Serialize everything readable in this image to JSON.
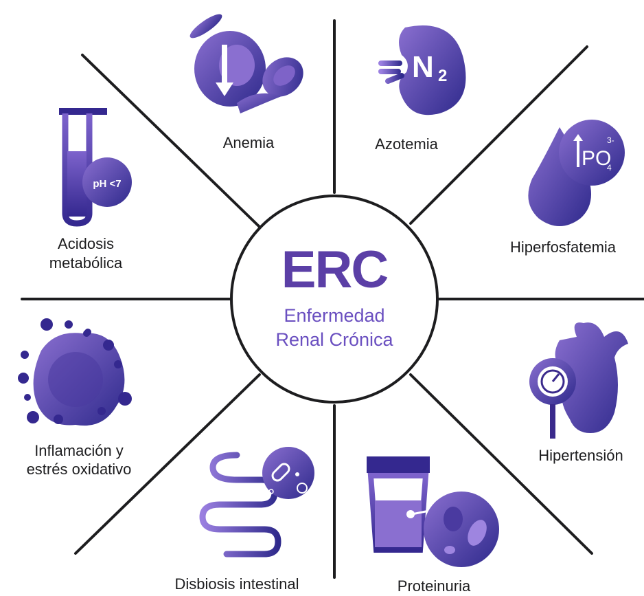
{
  "center": {
    "title": "ERC",
    "subtitle_line1": "Enfermedad",
    "subtitle_line2": "Renal Crónica"
  },
  "labels": {
    "anemia": "Anemia",
    "azotemia": "Azotemia",
    "hiperfosfatemia": "Hiperfosfatemia",
    "hipertension": "Hipertensión",
    "proteinuria": "Proteinuria",
    "disbiosis": "Disbiosis intestinal",
    "inflamacion_line1": "Inflamación y",
    "inflamacion_line2": "estrés oxidativo",
    "acidosis_line1": "Acidosis",
    "acidosis_line2": "metabólica"
  },
  "icon_text": {
    "ph": "pH <7",
    "n": "N",
    "n_sub": "2",
    "po": "PO",
    "po_sup": "3-",
    "po_sub": "4"
  },
  "colors": {
    "purple_dark": "#3a2a8c",
    "purple": "#5b3fa6",
    "purple_light": "#8a6fd0",
    "line": "#1d1d1f"
  },
  "icons": [
    "red-blood-cell-icon",
    "kidney-icon",
    "phosphate-drop-icon",
    "heart-gauge-icon",
    "urine-cup-icon",
    "intestine-icon",
    "virus-cell-icon",
    "test-tube-icon"
  ]
}
